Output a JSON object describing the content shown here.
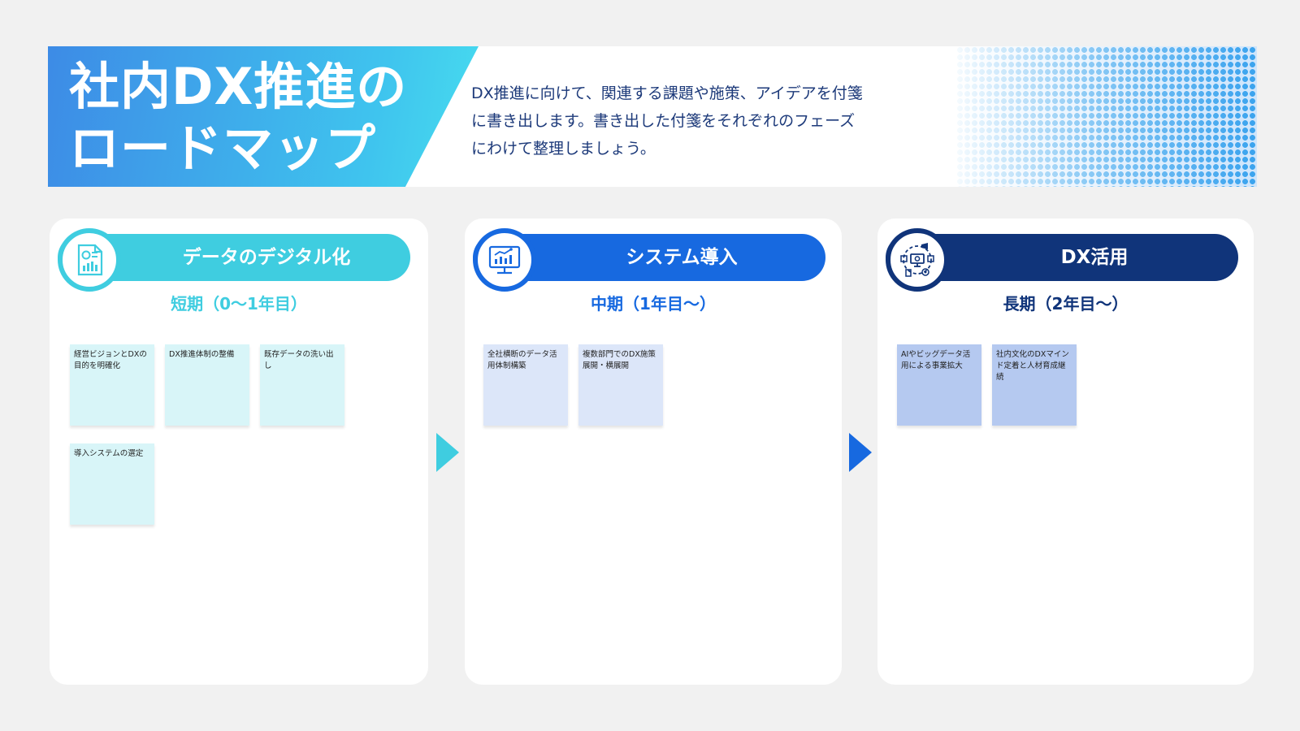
{
  "header": {
    "title": "社内DX推進の\nロードマップ",
    "description": "DX推進に向けて、関連する課題や施策、アイデアを付箋に書き出します。書き出した付箋をそれぞれのフェーズにわけて整理しましょう。"
  },
  "phases": [
    {
      "title": "データのデジタル化",
      "period": "短期（0〜1年目）",
      "icon": "document-chart-icon",
      "color": "#3fcde0",
      "notes": [
        "経営ビジョンとDXの目的を明確化",
        "DX推進体制の整備",
        "既存データの洗い出し",
        "導入システムの選定"
      ]
    },
    {
      "title": "システム導入",
      "period": "中期（1年目〜）",
      "icon": "monitor-chart-icon",
      "color": "#1769e0",
      "notes": [
        "全社横断のデータ活用体制構築",
        "複数部門でのDX施策展開・横展開"
      ]
    },
    {
      "title": "DX活用",
      "period": "長期（2年目〜）",
      "icon": "dx-hub-icon",
      "color": "#10347a",
      "notes": [
        "AIやビッグデータ活用による事業拡大",
        "社内文化のDXマインド定着と人材育成継続"
      ]
    }
  ],
  "colors": {
    "background": "#f1f1f1",
    "banner_gradient_start": "#3d8be6",
    "banner_gradient_end": "#47dcef",
    "description_text": "#1d3a7a",
    "note_short_term": "#d8f5f8",
    "note_mid_term": "#dce6f9",
    "note_long_term": "#b5c9f0",
    "arrow_1": "#3fcde0",
    "arrow_2": "#1769e0"
  }
}
